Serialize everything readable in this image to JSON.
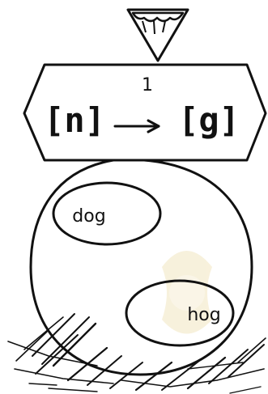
{
  "rule": {
    "step_number": "1",
    "input": "[n]",
    "output": "[g]"
  },
  "words": [
    {
      "text": "dog"
    },
    {
      "text": "hog"
    }
  ],
  "colors": {
    "ink": "#111111",
    "paper": "#ffffff",
    "watermark": "#f2e6c0"
  },
  "icons": {
    "pointer": "downward-triangle-icon",
    "transform": "right-arrow-icon",
    "ground": "hatched-ground-icon"
  }
}
